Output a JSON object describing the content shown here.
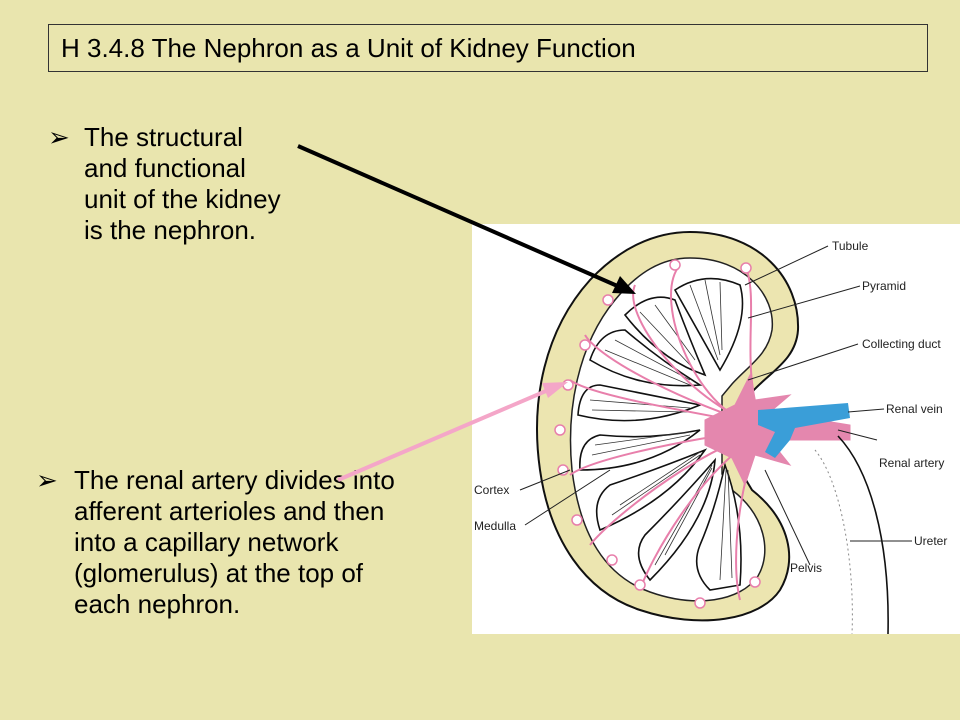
{
  "title": "H 3.4.8  The Nephron as a Unit of Kidney Function",
  "bullets": [
    {
      "marker": "➢",
      "text": "The structural and functional unit of the kidney is the nephron."
    },
    {
      "marker": "➢",
      "text": "The renal artery divides into afferent arterioles and then into a capillary network (glomerulus) at the top of each nephron."
    }
  ],
  "diagram": {
    "labels": {
      "tubule": "Tubule",
      "pyramid": "Pyramid",
      "collecting_duct": "Collecting duct",
      "renal_vein": "Renal vein",
      "renal_artery": "Renal artery",
      "cortex": "Cortex",
      "medulla": "Medulla",
      "pelvis": "Pelvis",
      "ureter": "Ureter"
    },
    "colors": {
      "cortex_fill": "#ece5b0",
      "artery": "#e87fab",
      "vein": "#3a9ed8",
      "black_arrow": "#000000",
      "pink_arrow": "#f4a6c8"
    }
  }
}
